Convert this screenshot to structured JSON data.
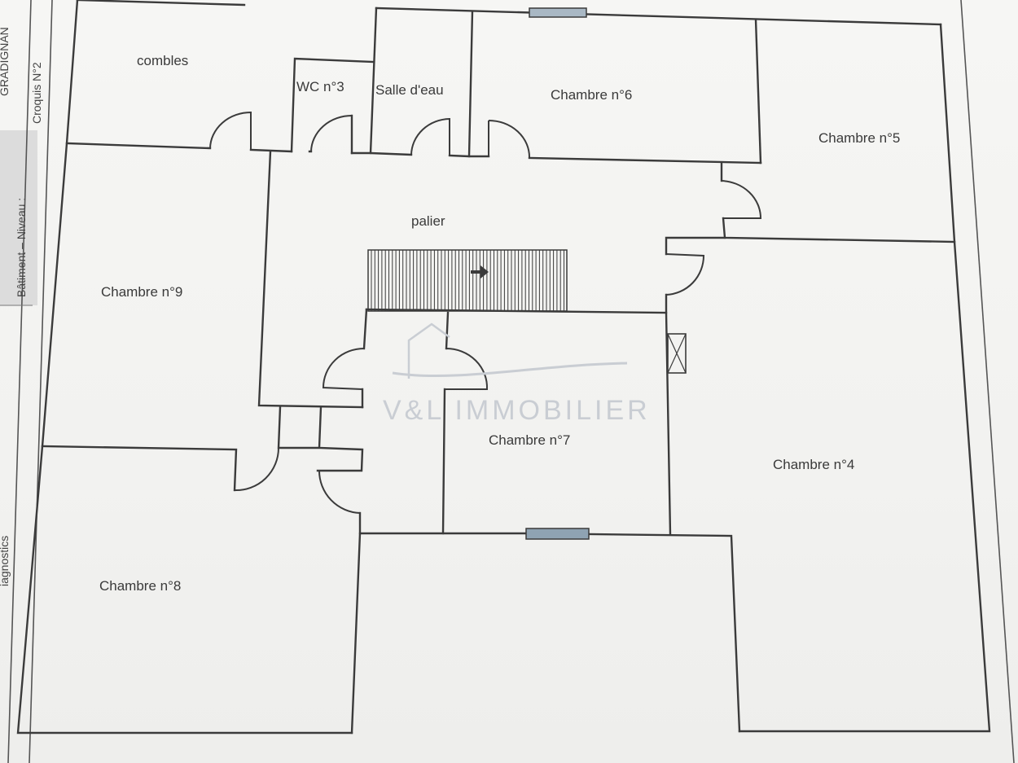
{
  "sheet": {
    "side_labels": {
      "croquis": "Croquis N°2",
      "batiment": "Bâtiment – Niveau :",
      "gradignan": "GRADIGNAN",
      "diagnostics": "iagnostics"
    }
  },
  "watermark": {
    "text": "V&L IMMOBILIER",
    "color": "#c9cdd3"
  },
  "rooms": {
    "combles": "combles",
    "wc": "WC n°3",
    "salle_deau": "Salle d'eau",
    "chambre6": "Chambre n°6",
    "chambre5": "Chambre n°5",
    "palier": "palier",
    "chambre9": "Chambre n°9",
    "chambre7": "Chambre n°7",
    "chambre4": "Chambre n°4",
    "chambre8": "Chambre n°8"
  },
  "colors": {
    "wall": "#3b3b3b",
    "window_fill": "#8fa3b3",
    "sidebar_grey": "#d9d9d9"
  }
}
